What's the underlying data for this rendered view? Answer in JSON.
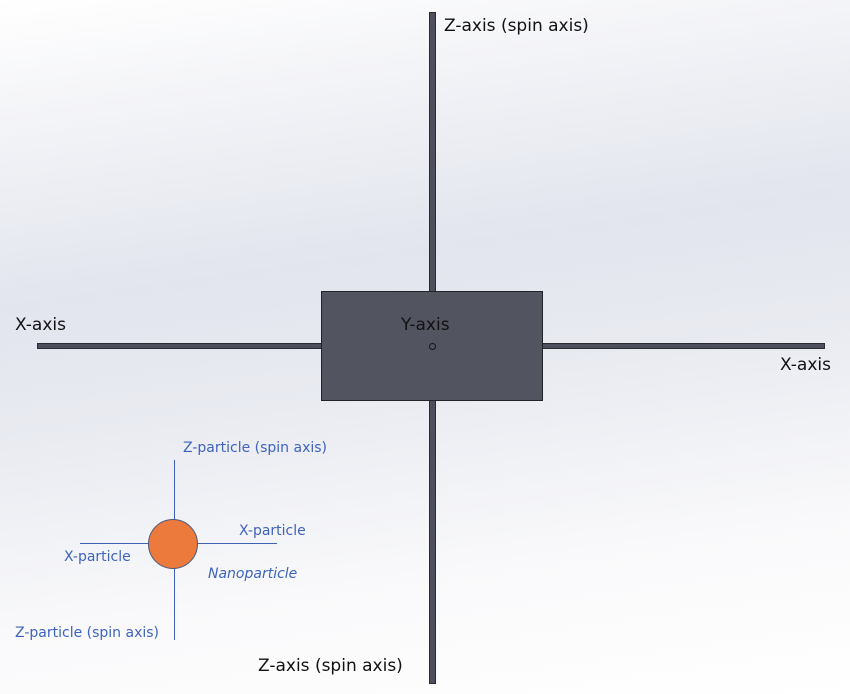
{
  "axes": {
    "z_top": "Z-axis (spin axis)",
    "z_bottom": "Z-axis (spin axis)",
    "x_left": "X-axis",
    "x_right": "X-axis",
    "y": "Y-axis"
  },
  "particle": {
    "z_top": "Z-particle (spin axis)",
    "z_bottom": "Z-particle (spin axis)",
    "x_left": "X-particle",
    "x_right": "X-particle",
    "name": "Nanoparticle"
  },
  "colors": {
    "frame": "#52545f",
    "particle_fill": "#ec7a3d",
    "particle_label": "#3d63bd"
  }
}
